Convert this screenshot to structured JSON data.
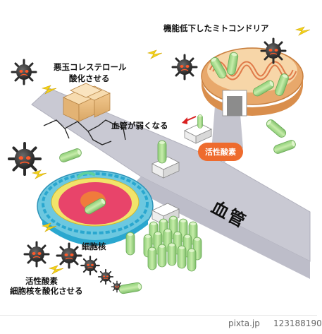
{
  "labels": {
    "mitochondria": "機能低下したミトコンドリア",
    "cholesterol_line1": "悪玉コレステロール",
    "cholesterol_line2": "酸化させる",
    "vessel_weak": "血管が弱くなる",
    "active_oxygen": "活性酸素",
    "blood_vessel": "血管",
    "nucleus": "細胞核",
    "oxidize_line1": "活性酸素",
    "oxidize_line2": "細胞核を酸化させる"
  },
  "footer": {
    "brand": "pixta.jp",
    "image_id": "123188190"
  },
  "colors": {
    "road": "#c9c9d3",
    "mito": "#e8a86b",
    "nucleus_red": "#e8446a",
    "cell_blue": "#3fb6d8",
    "badge": "#ee6b2d",
    "cell_green": "#a8d98a",
    "lightning": "#f2d21a"
  }
}
